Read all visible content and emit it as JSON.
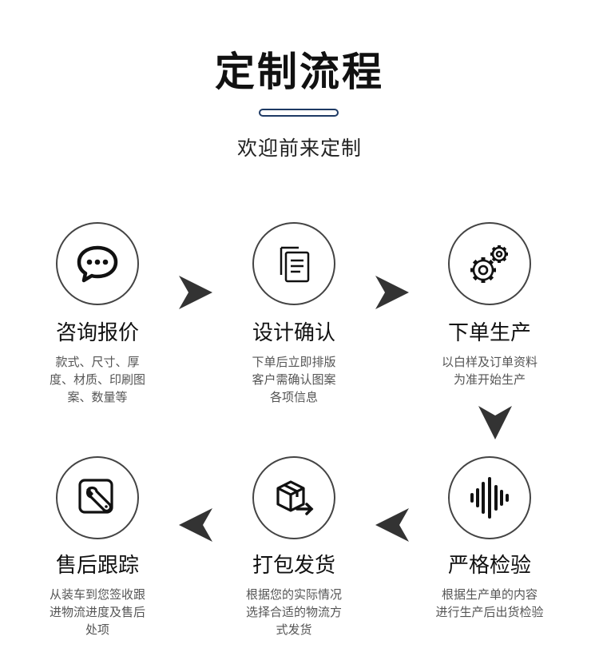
{
  "header": {
    "title": "定制流程",
    "subtitle": "欢迎前来定制"
  },
  "steps": [
    {
      "icon": "chat-bubble-icon",
      "title": "咨询报价",
      "desc": "款式、尺寸、厚\n度、材质、印刷图\n案、数量等"
    },
    {
      "icon": "documents-icon",
      "title": "设计确认",
      "desc": "下单后立即排版\n客户需确认图案\n各项信息"
    },
    {
      "icon": "gears-icon",
      "title": "下单生产",
      "desc": "以白样及订单资料\n为准开始生产"
    },
    {
      "icon": "sound-wave-icon",
      "title": "严格检验",
      "desc": "根据生产单的内容\n进行生产后出货检验"
    },
    {
      "icon": "package-shipping-icon",
      "title": "打包发货",
      "desc": "根据您的实际情况\n选择合适的物流方\n式发货"
    },
    {
      "icon": "wrench-service-icon",
      "title": "售后跟踪",
      "desc": "从装车到您签收跟\n进物流进度及售后\n处项"
    }
  ],
  "colors": {
    "accent_bar": "#1e3a64",
    "arrow": "#333333",
    "text": "#111111",
    "desc_text": "#555555"
  }
}
